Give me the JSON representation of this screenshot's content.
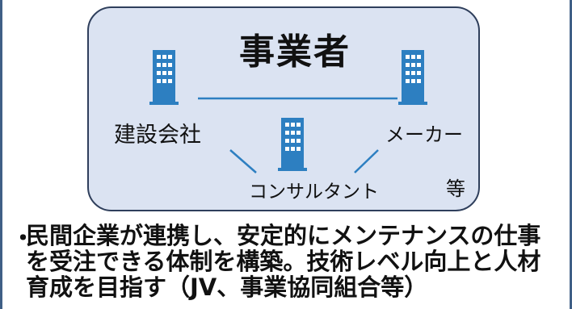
{
  "diagram": {
    "title": "事業者",
    "nodes": [
      {
        "id": "kensetsu",
        "label": "建設会社",
        "icon": "building-icon"
      },
      {
        "id": "maker",
        "label": "メーカー",
        "icon": "building-icon"
      },
      {
        "id": "consultant",
        "label": "コンサルタント",
        "icon": "building-icon"
      }
    ],
    "etc_label": "等",
    "colors": {
      "box_fill": "#dbe3f2",
      "box_border": "#2f3f5c",
      "icon": "#2d7fc1",
      "line": "#2d7fc1"
    }
  },
  "bullet": {
    "mark": "・",
    "lines": [
      "民間企業が連携し、安定的にメンテナンスの仕事",
      "を受注できる体制を構築。技術レベル向上と人材",
      "育成を目指す（JV、事業協同組合等）"
    ]
  }
}
